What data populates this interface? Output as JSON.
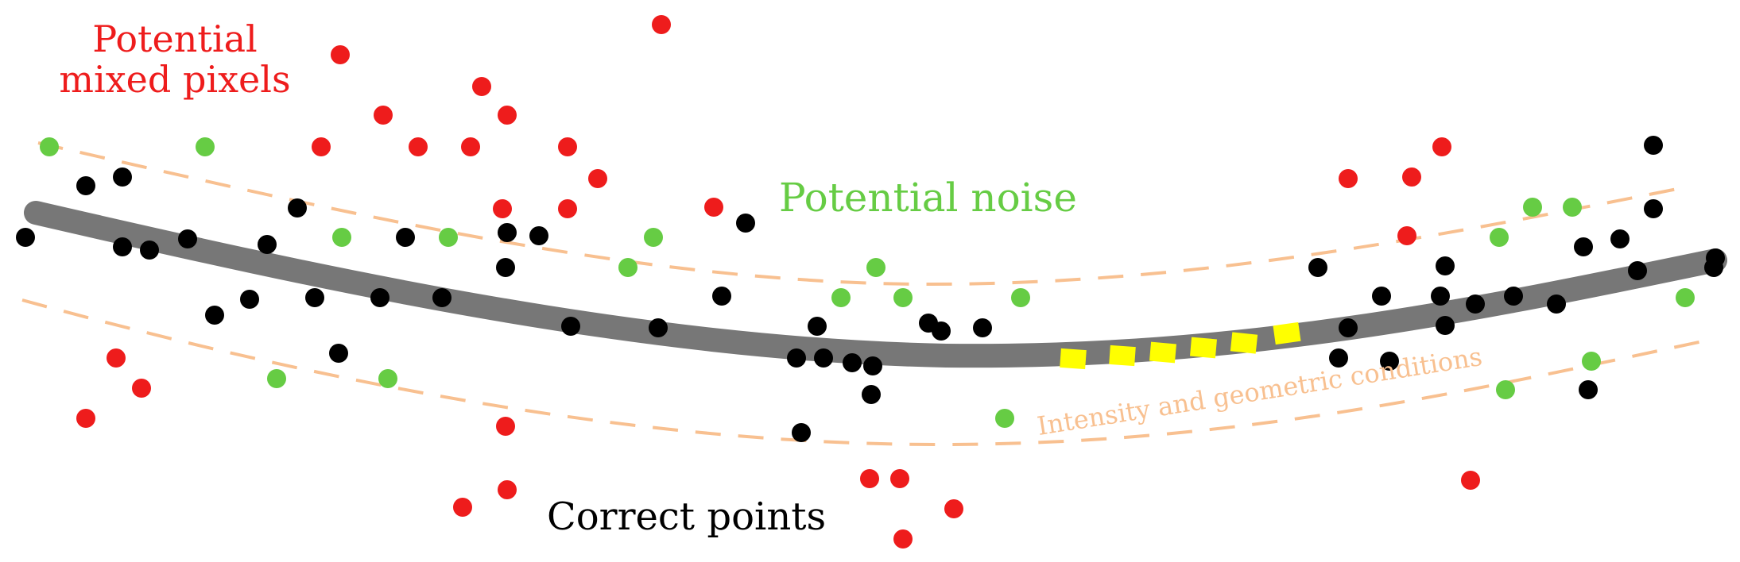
{
  "labels": {
    "mixed_line1": "Potential",
    "mixed_line2": "mixed pixels",
    "noise": "Potential noise",
    "correct": "Correct points",
    "conditions": "Intensity and geometric conditions"
  },
  "colors": {
    "mixed": "#ee1c1c",
    "noise": "#66cc44",
    "correct": "#000000",
    "road": "#777777",
    "boundary": "#f8c090",
    "marking": "#ffff00"
  },
  "icons": {
    "correct": "black-point-dot",
    "noise": "green-point-dot",
    "mixed": "red-point-dot",
    "marking": "yellow-lane-marking"
  }
}
